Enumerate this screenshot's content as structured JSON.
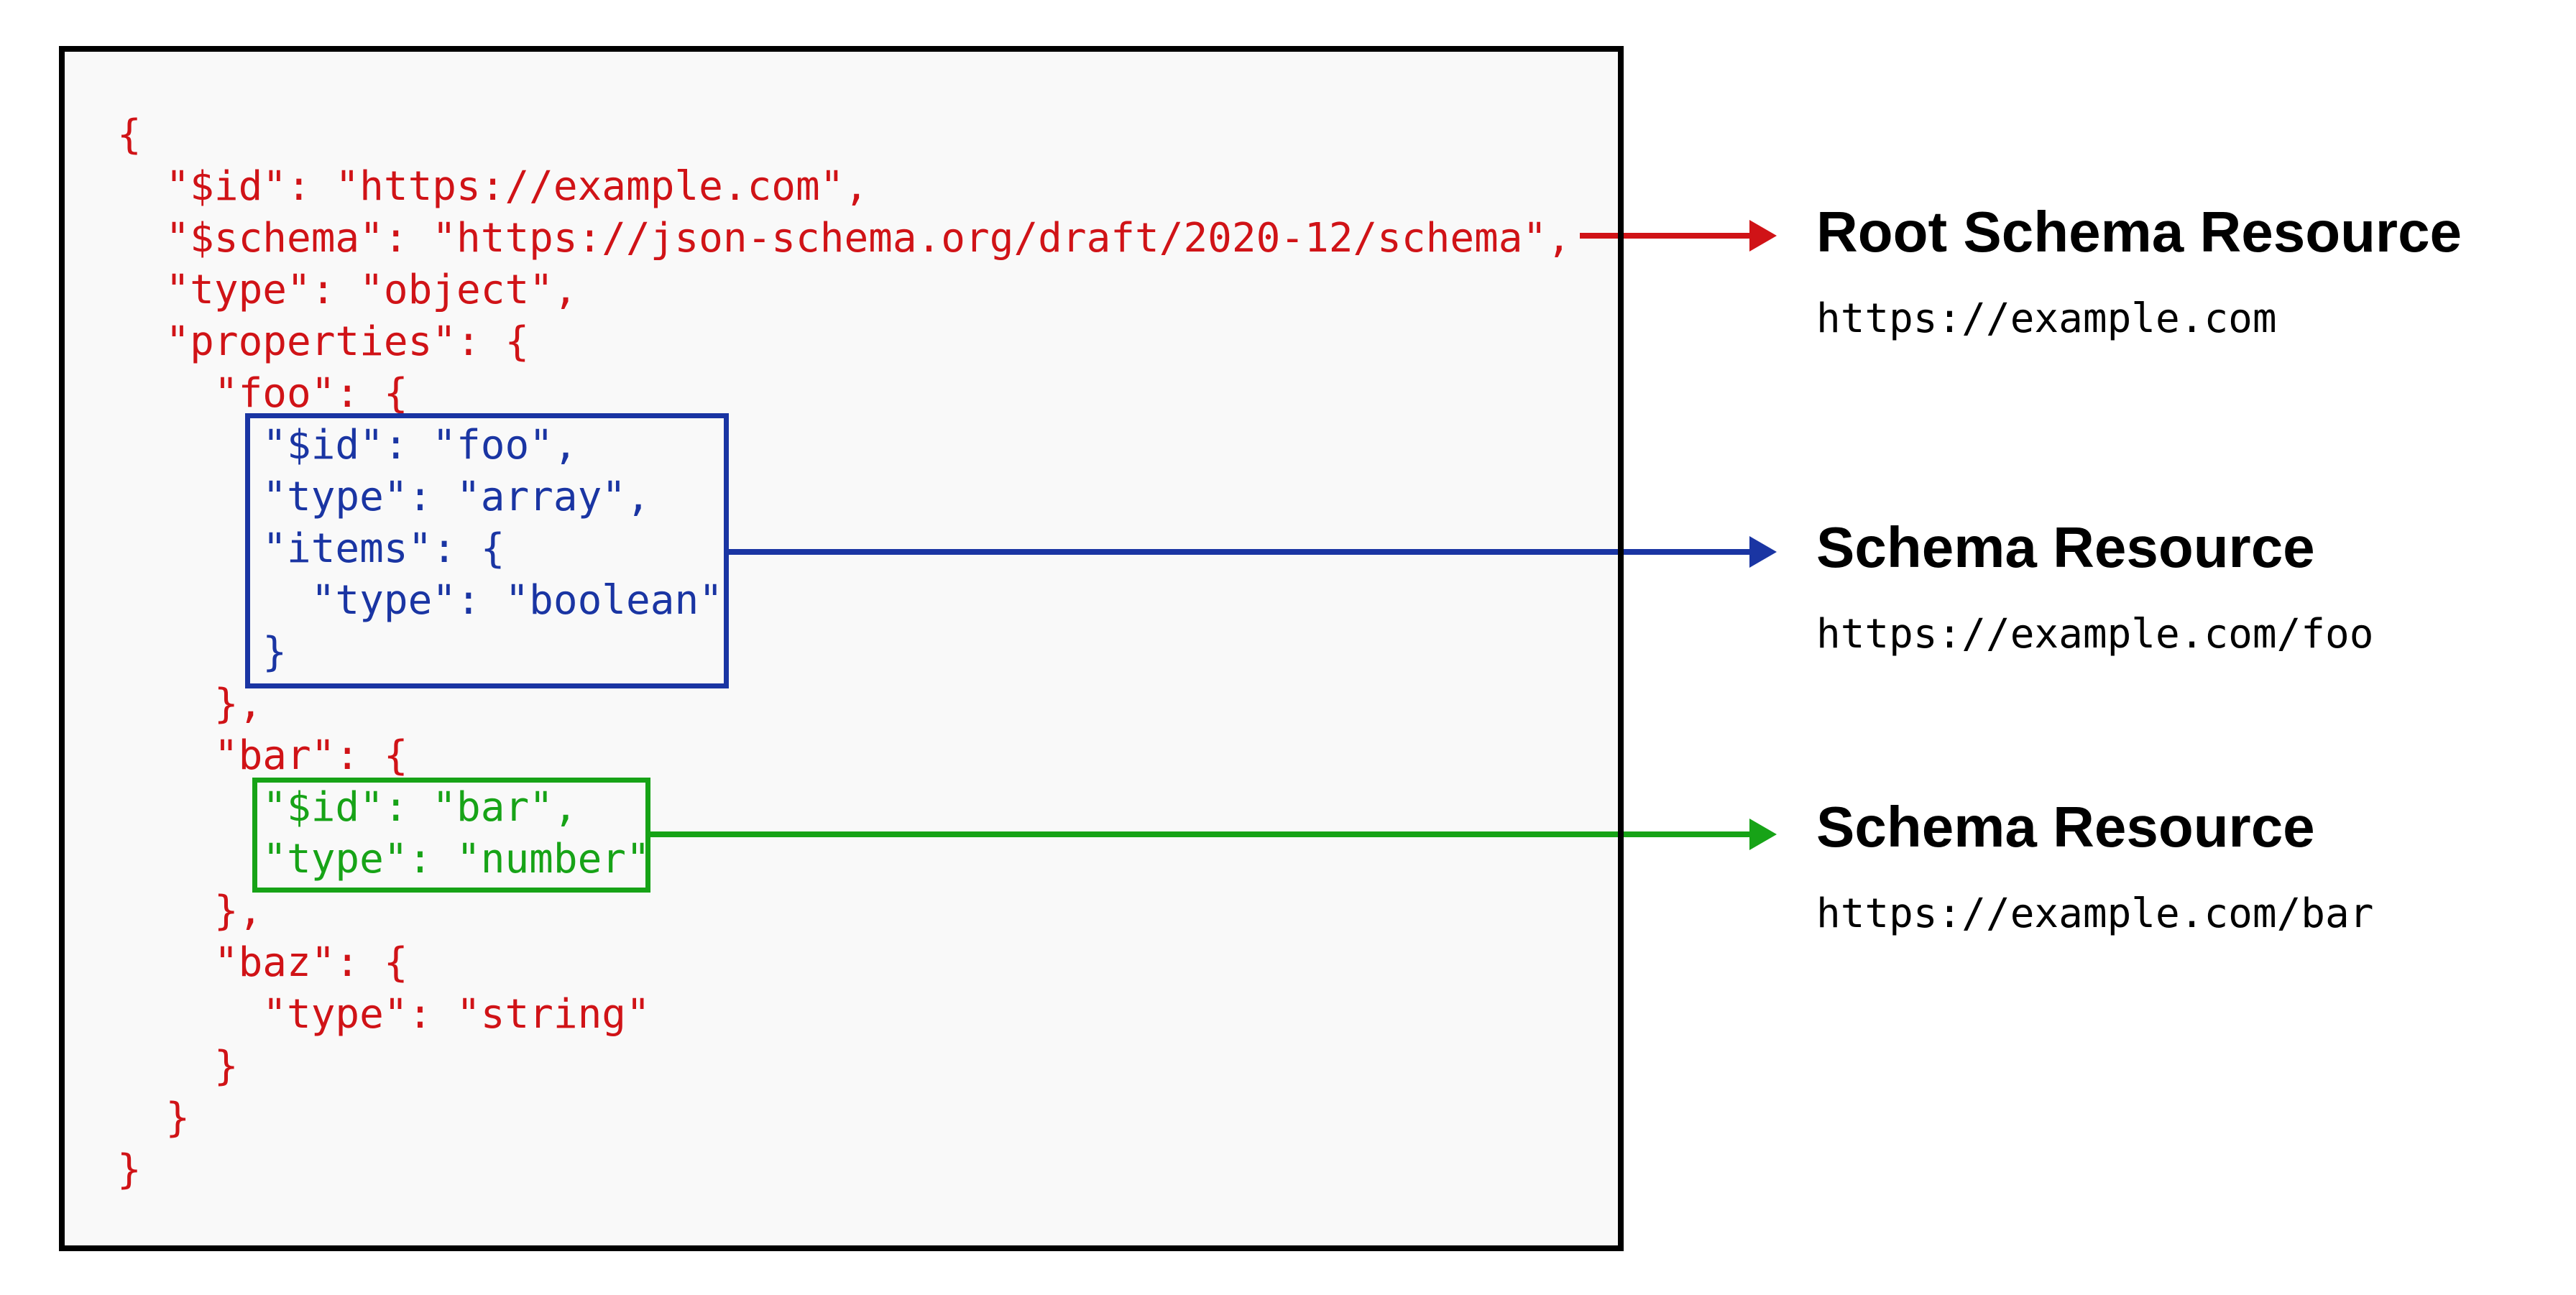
{
  "diagram": {
    "description": "JSON Schema resource diagram",
    "code_segments": {
      "root_red_top": "{\n  \"$id\": \"https://example.com\",\n  \"$schema\": \"https://json-schema.org/draft/2020-12/schema\",\n  \"type\": \"object\",\n  \"properties\": {\n    \"foo\": {\n",
      "foo_blue_block": "      \"$id\": \"foo\",\n      \"type\": \"array\",\n      \"items\": {\n        \"type\": \"boolean\"\n      }",
      "mid_red": "\n    },\n    \"bar\": {\n",
      "bar_green_block": "      \"$id\": \"bar\",\n      \"type\": \"number\"",
      "tail_red": "\n    },\n    \"baz\": {\n      \"type\": \"string\"\n    }\n  }\n}"
    },
    "annotations": [
      {
        "title": "Root Schema Resource",
        "url": "https://example.com",
        "accent": "red"
      },
      {
        "title": "Schema Resource",
        "url": "https://example.com/foo",
        "accent": "blue"
      },
      {
        "title": "Schema Resource",
        "url": "https://example.com/bar",
        "accent": "green"
      }
    ],
    "colors": {
      "red": "#d01317",
      "blue": "#1a35a3",
      "green": "#17a317",
      "panel_fill": "#f9f9f9",
      "panel_border": "#000000",
      "text": "#000000"
    }
  }
}
